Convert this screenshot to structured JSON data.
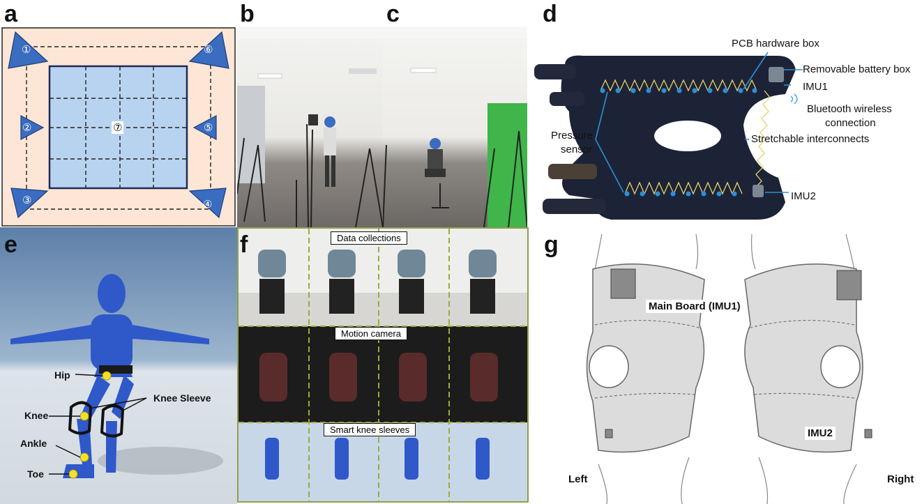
{
  "panels": {
    "a": "a",
    "b": "b",
    "c": "c",
    "d": "d",
    "e": "e",
    "f": "f",
    "g": "g"
  },
  "panel_a": {
    "camera_markers": [
      "①",
      "②",
      "③",
      "④",
      "⑤",
      "⑥"
    ],
    "center_marker": "⑦"
  },
  "panel_d": {
    "labels": {
      "pcb_box": "PCB hardware box",
      "battery_box": "Removable battery box",
      "imu1": "IMU1",
      "bluetooth_line1": "Bluetooth wireless",
      "bluetooth_line2": "connection",
      "pressure_line1": "Pressure",
      "pressure_line2": "sensor",
      "interconnects": "Stretchable interconnects",
      "imu2": "IMU2"
    }
  },
  "panel_e": {
    "labels": {
      "hip": "Hip",
      "knee_sleeve": "Knee Sleeve",
      "knee": "Knee",
      "ankle": "Ankle",
      "toe": "Toe"
    }
  },
  "panel_f": {
    "rows": [
      "Data collections",
      "Motion camera",
      "Smart knee sleeves"
    ]
  },
  "panel_g": {
    "labels": {
      "main_board": "Main Board (IMU1)",
      "imu2": "IMU2",
      "left": "Left",
      "right": "Right"
    }
  },
  "colors": {
    "accent_blue": "#3a6cc0",
    "grid_fill": "#b8d3ef",
    "room_fill": "#fde6d5",
    "sensor_blue": "#2b8fd9",
    "olive_border": "#8fa04a"
  }
}
